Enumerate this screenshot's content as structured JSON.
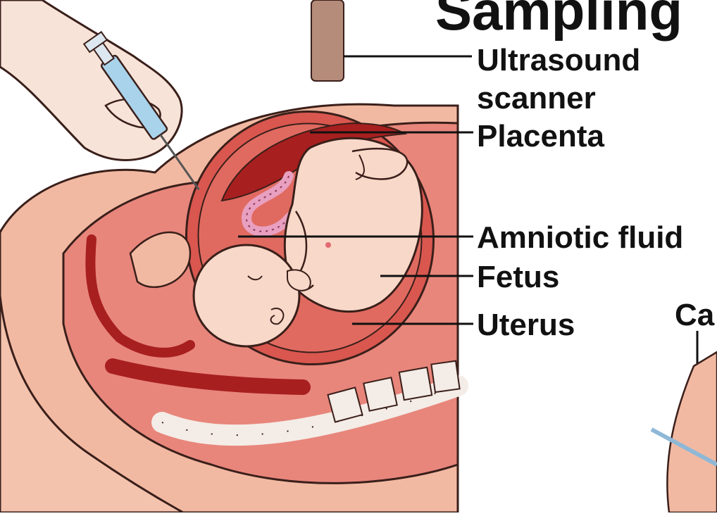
{
  "title": "Sampling",
  "labels": {
    "ultrasound_line1": "Ultrasound",
    "ultrasound_line2": "scanner",
    "placenta": "Placenta",
    "amniotic_fluid": "Amniotic fluid",
    "fetus": "Fetus",
    "uterus": "Uterus",
    "partial_right": "Ca"
  },
  "colors": {
    "body_skin": "#f2b9a2",
    "uterus_wall": "#e8867c",
    "amniotic": "#d9574f",
    "placenta": "#a81f1f",
    "fetus_skin": "#f8d8c8",
    "syringe_blue": "#a8d3ea",
    "scanner_brown": "#b58b7a",
    "cord_pink": "#e9a0c0"
  }
}
